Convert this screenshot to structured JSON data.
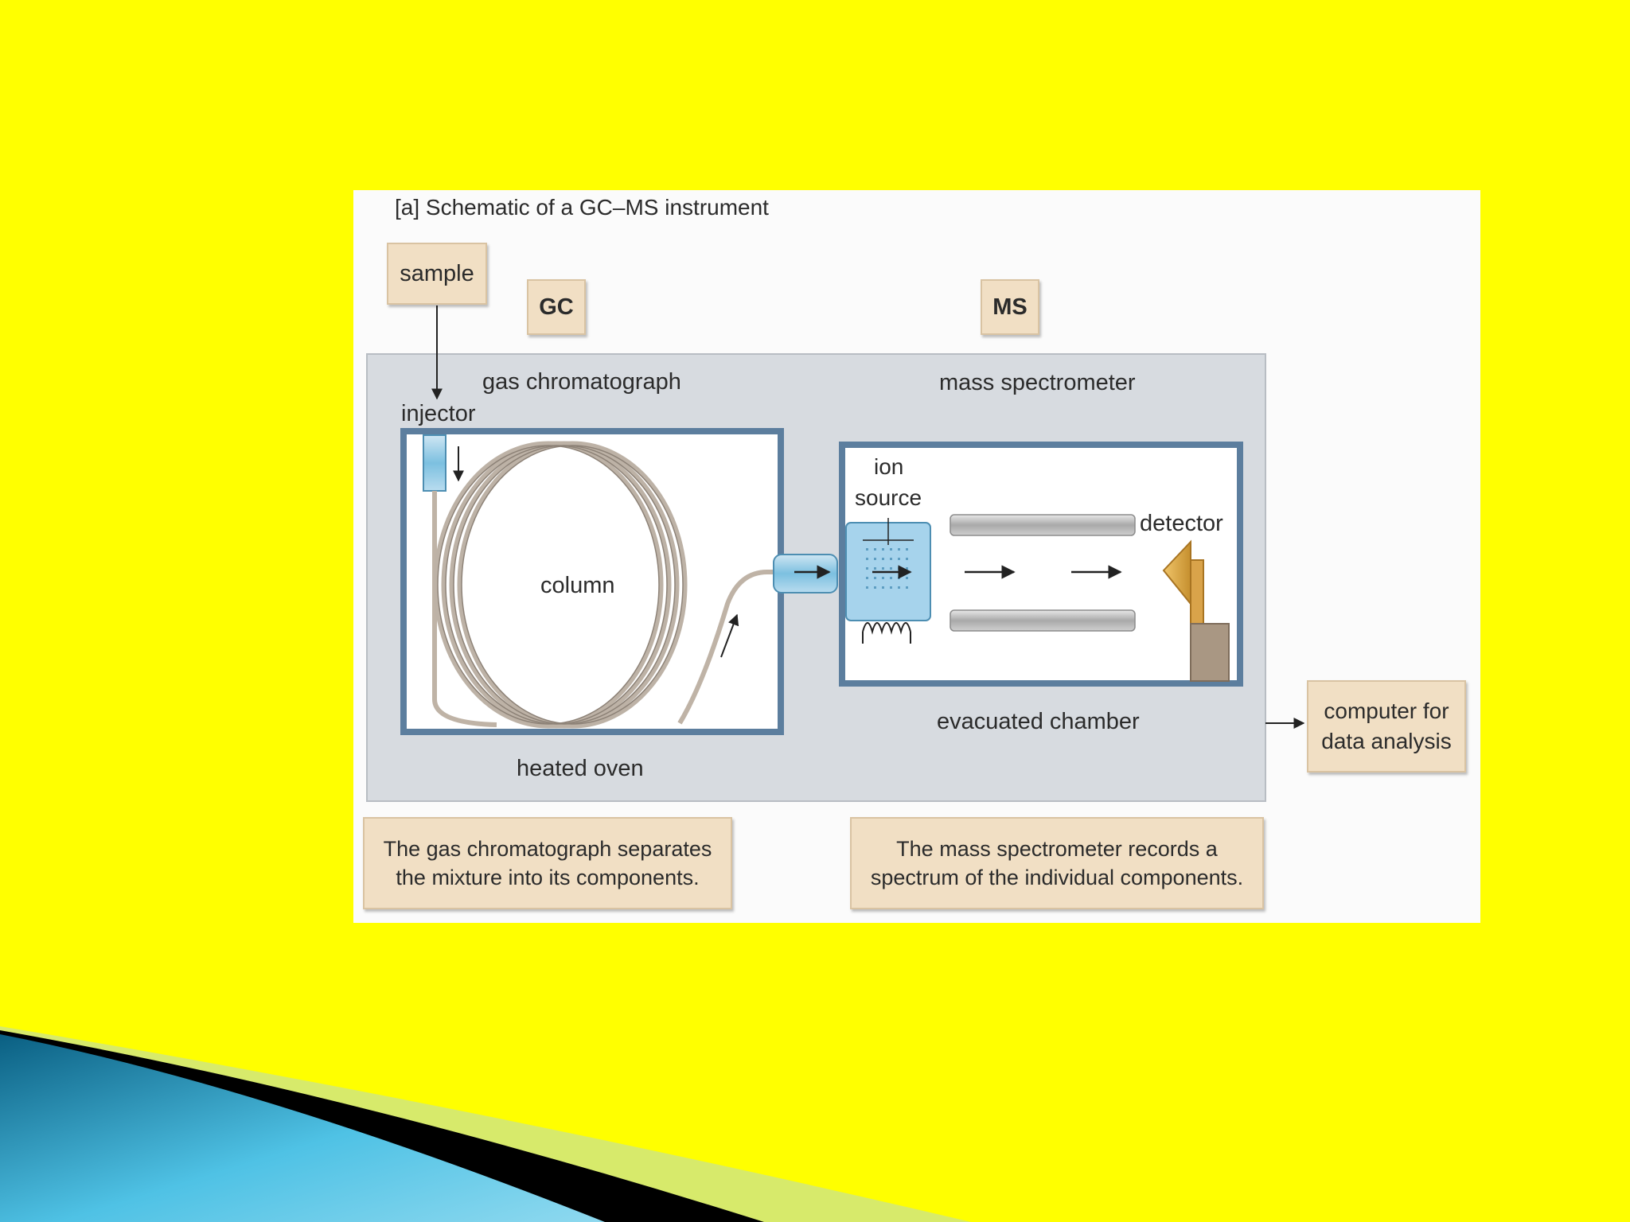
{
  "slide": {
    "background": "#ffff00",
    "accent_colors": [
      "#0b6f93",
      "#4fc2e5",
      "#000000",
      "#d7ea6b"
    ]
  },
  "diagram": {
    "caption": "[a]  Schematic of a GC–MS instrument",
    "sample_label": "sample",
    "gc_tag": "GC",
    "ms_tag": "MS",
    "gc_title": "gas chromatograph",
    "ms_title": "mass spectrometer",
    "injector_label": "injector",
    "column_label": "column",
    "heated_oven_label": "heated oven",
    "ion_source_label_1": "ion",
    "ion_source_label_2": "source",
    "detector_label": "detector",
    "evacuated_chamber_label": "evacuated chamber",
    "computer_label_1": "computer for",
    "computer_label_2": "data analysis",
    "gc_note_1": "The gas chromatograph separates",
    "gc_note_2": "the mixture into its components.",
    "ms_note_1": "The mass spectrometer records a",
    "ms_note_2": "spectrum of the individual components."
  }
}
